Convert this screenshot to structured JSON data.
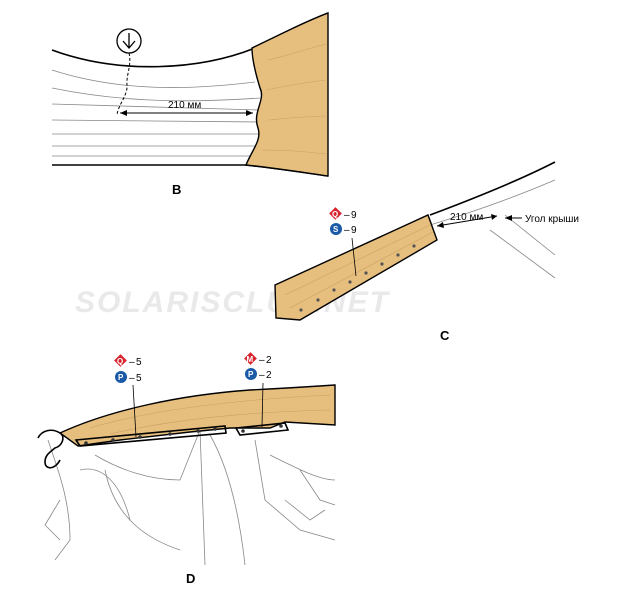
{
  "watermark": "SOLARISCLUB.NET",
  "panels": {
    "b": {
      "label": "B",
      "dimension": "210 мм"
    },
    "c": {
      "label": "C",
      "dimension": "210 мм",
      "roof_corner_label": "Угол крыши",
      "marks": [
        {
          "badge": "Q",
          "badge_color": "#d9232e",
          "shape": "diamond",
          "count": "9"
        },
        {
          "badge": "S",
          "badge_color": "#1a5aa6",
          "shape": "circle",
          "count": "9"
        }
      ]
    },
    "d": {
      "label": "D",
      "left_marks": [
        {
          "badge": "Q",
          "badge_color": "#d9232e",
          "shape": "diamond",
          "count": "5"
        },
        {
          "badge": "P",
          "badge_color": "#1a5aa6",
          "shape": "circle",
          "count": "5"
        }
      ],
      "right_marks": [
        {
          "badge": "M",
          "badge_color": "#d9232e",
          "shape": "diamond",
          "count": "2"
        },
        {
          "badge": "P",
          "badge_color": "#1a5aa6",
          "shape": "circle",
          "count": "2"
        }
      ]
    }
  },
  "icons": [
    "push-pin-clip-icon",
    "dimension-arrow-icon"
  ]
}
